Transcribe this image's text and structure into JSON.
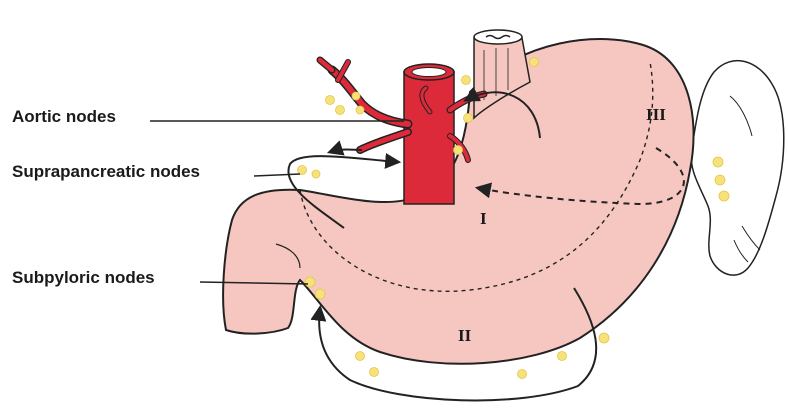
{
  "labels": {
    "aortic": "Aortic nodes",
    "suprapancreatic": "Suprapancreatic nodes",
    "subpyloric": "Subpyloric nodes"
  },
  "regions": {
    "r1": "I",
    "r2": "II",
    "r3": "III"
  },
  "colors": {
    "stomach_fill": "#f6c7c0",
    "vessel_fill": "#dd2a3a",
    "node_fill": "#f6e27a",
    "outline": "#222222"
  },
  "icons": [
    "stomach",
    "esophagus",
    "aorta",
    "celiac-trunk",
    "spleen",
    "lymph-node",
    "drainage-arrow"
  ]
}
